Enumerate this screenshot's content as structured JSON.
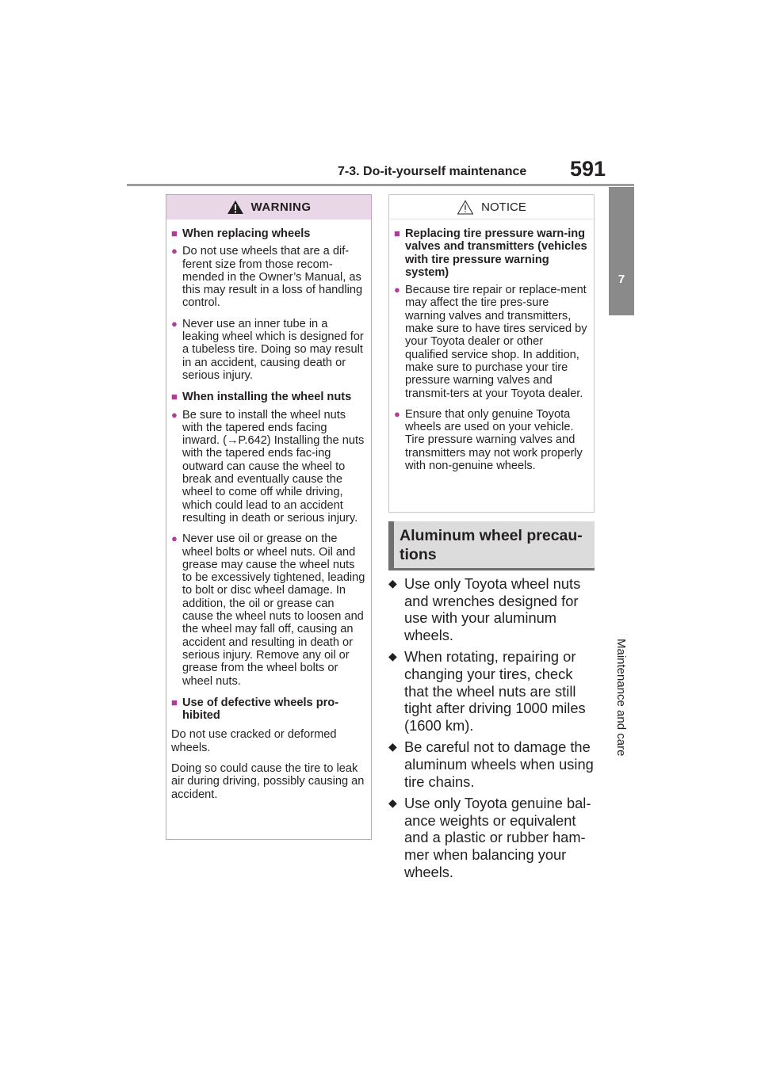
{
  "header": {
    "section": "7-3. Do-it-yourself maintenance",
    "page_number": "591"
  },
  "side_tab": {
    "number": "7",
    "label": "Maintenance and care"
  },
  "warning": {
    "title": "WARNING",
    "sections": [
      {
        "heading": "When replacing wheels",
        "bullets": [
          "Do not use wheels that are a dif-ferent size from those recom-mended in the Owner’s Manual, as this may result in a loss of handling control.",
          "Never use an inner tube in a leaking wheel which is designed for a tubeless tire. Doing so may result in an accident, causing death or serious injury."
        ]
      },
      {
        "heading": "When installing the wheel nuts",
        "bullets": [
          "Be sure to install the wheel nuts with the tapered ends facing inward. (→P.642) Installing the nuts with the tapered ends fac-ing outward can cause the wheel to break and eventually cause the wheel to come off while driving, which could lead to an accident resulting in death or serious injury.",
          "Never use oil or grease on the wheel bolts or wheel nuts. Oil and grease may cause the wheel nuts to be excessively tightened, leading to bolt or disc wheel damage. In addition, the oil or grease can cause the wheel nuts to loosen and the wheel may fall off, causing an accident and resulting in death or serious injury. Remove any oil or grease from the wheel bolts or wheel nuts."
        ]
      },
      {
        "heading": "Use of defective wheels pro-hibited",
        "paragraphs": [
          "Do not use cracked or deformed wheels.",
          "Doing so could cause the tire to leak air during driving, possibly causing an accident."
        ]
      }
    ]
  },
  "notice": {
    "title": "NOTICE",
    "heading": "Replacing tire pressure warn-ing valves and transmitters (vehicles with tire pressure warning system)",
    "bullets": [
      "Because tire repair or replace-ment may affect the tire pres-sure warning valves and transmitters, make sure to have tires serviced by your Toyota dealer or other qualified service shop. In addition, make sure to purchase your tire pressure warning valves and transmit-ters at your Toyota dealer.",
      "Ensure that only genuine Toyota wheels are used on your vehicle."
    ],
    "bullet2_extra": "Tire pressure warning valves and transmitters may not work properly with non-genuine wheels."
  },
  "aluminum": {
    "heading_line1": "Aluminum wheel precau-",
    "heading_line2": "tions",
    "items": [
      "Use only Toyota wheel nuts and wrenches designed for use with your aluminum wheels.",
      "When rotating, repairing or changing your tires, check that the wheel nuts are still tight after driving 1000 miles (1600 km).",
      "Be careful not to damage the aluminum wheels when using tire chains.",
      "Use only Toyota genuine bal-ance weights or equivalent and a plastic or rubber ham-mer when balancing your wheels."
    ]
  }
}
